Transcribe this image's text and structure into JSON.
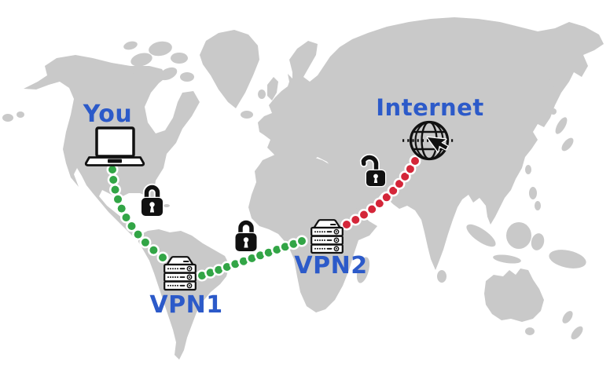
{
  "diagram_type": "double-vpn-route-map",
  "colors": {
    "map": "#c9c9c9",
    "background": "#ffffff",
    "label": "#2c5ac9",
    "encrypted": "#32a546",
    "unencrypted": "#d42639",
    "icon": "#111111",
    "dot_halo": "#ffffff"
  },
  "nodes": [
    {
      "id": "you",
      "label": "You",
      "icon": "laptop-icon"
    },
    {
      "id": "vpn1",
      "label": "VPN1",
      "icon": "server-icon"
    },
    {
      "id": "vpn2",
      "label": "VPN2",
      "icon": "server-icon"
    },
    {
      "id": "internet",
      "label": "Internet",
      "icon": "globe-cursor-icon"
    }
  ],
  "connections": [
    {
      "from": "you",
      "to": "vpn1",
      "status": "encrypted",
      "lock": "closed",
      "path": {
        "type": "quad",
        "p0": [
          143,
          216
        ],
        "c": [
          146,
          282
        ],
        "p2": [
          207,
          328
        ],
        "dots": 11
      }
    },
    {
      "from": "vpn1",
      "to": "vpn2",
      "status": "encrypted",
      "lock": "closed",
      "path": {
        "type": "line",
        "p0": [
          257,
          351
        ],
        "p2": [
          384,
          307
        ],
        "dots": 13
      }
    },
    {
      "from": "vpn2",
      "to": "internet",
      "status": "unencrypted",
      "lock": "open",
      "path": {
        "type": "quad",
        "p0": [
          441,
          286
        ],
        "c": [
          499,
          257
        ],
        "p2": [
          528,
          205
        ],
        "dots": 11
      }
    }
  ],
  "locks": [
    {
      "between": [
        "you",
        "vpn1"
      ],
      "state": "closed"
    },
    {
      "between": [
        "vpn1",
        "vpn2"
      ],
      "state": "closed"
    },
    {
      "between": [
        "vpn2",
        "internet"
      ],
      "state": "open"
    }
  ],
  "dot_style": {
    "radius": 5,
    "halo_width": 5
  }
}
